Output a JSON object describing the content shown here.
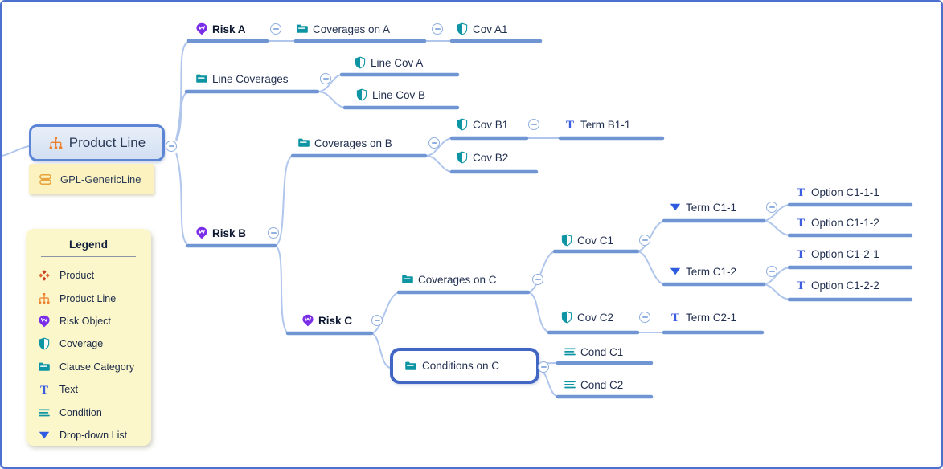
{
  "window": {
    "border_color": "#4b70cf",
    "background": "#ffffff"
  },
  "root": {
    "label": "Product Line",
    "icon": "product-line-icon",
    "tag": {
      "label": "GPL-GenericLine",
      "icon": "generic-line-icon"
    }
  },
  "legend": {
    "title": "Legend",
    "items": [
      {
        "icon": "product-icon",
        "label": "Product"
      },
      {
        "icon": "product-line-icon",
        "label": "Product Line"
      },
      {
        "icon": "risk-object-icon",
        "label": "Risk Object"
      },
      {
        "icon": "coverage-icon",
        "label": "Coverage"
      },
      {
        "icon": "clause-category-icon",
        "label": "Clause Category"
      },
      {
        "icon": "text-icon",
        "label": "Text"
      },
      {
        "icon": "condition-icon",
        "label": "Condition"
      },
      {
        "icon": "dropdown-icon",
        "label": "Drop-down List"
      }
    ]
  },
  "nodes": {
    "risk_a": {
      "label": "Risk A",
      "icon": "risk-object-icon"
    },
    "coverages_on_a": {
      "label": "Coverages on A",
      "icon": "clause-category-icon"
    },
    "cov_a1": {
      "label": "Cov A1",
      "icon": "coverage-icon"
    },
    "line_coverages": {
      "label": "Line Coverages",
      "icon": "clause-category-icon"
    },
    "line_cov_a": {
      "label": "Line Cov A",
      "icon": "coverage-icon"
    },
    "line_cov_b": {
      "label": "Line Cov B",
      "icon": "coverage-icon"
    },
    "risk_b": {
      "label": "Risk B",
      "icon": "risk-object-icon"
    },
    "coverages_on_b": {
      "label": "Coverages on B",
      "icon": "clause-category-icon"
    },
    "cov_b1": {
      "label": "Cov B1",
      "icon": "coverage-icon"
    },
    "term_b1_1": {
      "label": "Term B1-1",
      "icon": "text-icon"
    },
    "cov_b2": {
      "label": "Cov B2",
      "icon": "coverage-icon"
    },
    "risk_c": {
      "label": "Risk C",
      "icon": "risk-object-icon"
    },
    "coverages_on_c": {
      "label": "Coverages on C",
      "icon": "clause-category-icon"
    },
    "cov_c1": {
      "label": "Cov C1",
      "icon": "coverage-icon"
    },
    "term_c1_1": {
      "label": "Term C1-1",
      "icon": "dropdown-icon"
    },
    "option_c1_1_1": {
      "label": "Option C1-1-1",
      "icon": "text-icon"
    },
    "option_c1_1_2": {
      "label": "Option C1-1-2",
      "icon": "text-icon"
    },
    "term_c1_2": {
      "label": "Term C1-2",
      "icon": "dropdown-icon"
    },
    "option_c1_2_1": {
      "label": "Option C1-2-1",
      "icon": "text-icon"
    },
    "option_c1_2_2": {
      "label": "Option C1-2-2",
      "icon": "text-icon"
    },
    "cov_c2": {
      "label": "Cov C2",
      "icon": "coverage-icon"
    },
    "term_c2_1": {
      "label": "Term C2-1",
      "icon": "text-icon"
    },
    "conditions_on_c": {
      "label": "Conditions on C",
      "icon": "clause-category-icon",
      "selected": true
    },
    "cond_c1": {
      "label": "Cond C1",
      "icon": "condition-icon"
    },
    "cond_c2": {
      "label": "Cond C2",
      "icon": "condition-icon"
    }
  },
  "colors": {
    "underline": "#7095d3",
    "connector": "#b0c6ec",
    "collapse_button": "#90b0e0",
    "teal": "#0e95a4",
    "risk_purple": "#7a2ee8",
    "text_blue": "#3c5de0",
    "dropdown_blue": "#2f5be0",
    "selection_border": "#4166c4",
    "root_border": "#5c85d6",
    "tag_fill": "#fbf2bf",
    "legend_fill": "#fbf7cb",
    "label_text": "#1f2d4e",
    "orange": "#ec7f2b"
  }
}
